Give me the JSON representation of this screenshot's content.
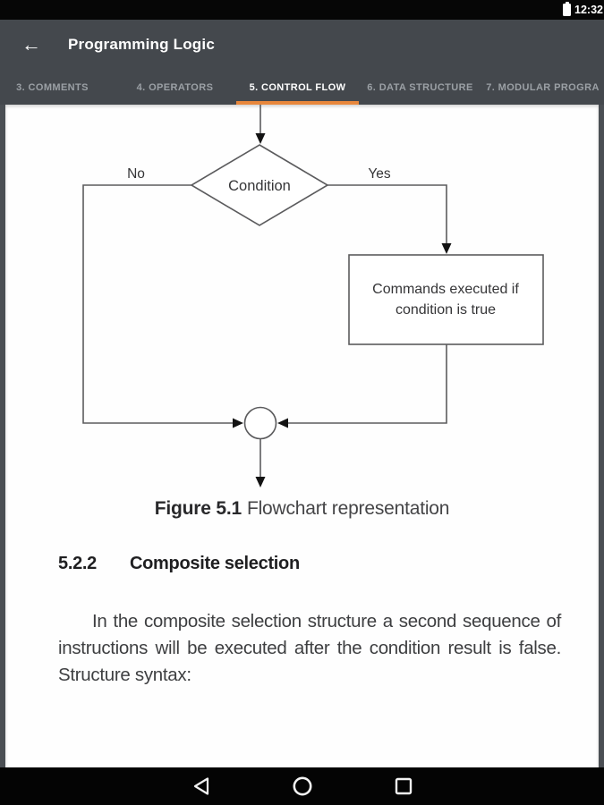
{
  "status_bar": {
    "time": "12:32",
    "battery_icon": "battery-full"
  },
  "app_bar": {
    "back_glyph": "←",
    "title": "Programming Logic"
  },
  "tab_bar": {
    "accent_color": "#E8873C",
    "tabs": [
      {
        "label": "3. COMMENTS",
        "active": false
      },
      {
        "label": "4. OPERATORS",
        "active": false
      },
      {
        "label": "5. CONTROL FLOW",
        "active": true
      },
      {
        "label": "6. DATA STRUCTURE",
        "active": false
      },
      {
        "label": "7. MODULAR PROGRA",
        "active": false
      }
    ]
  },
  "document": {
    "flowchart": {
      "condition_label": "Condition",
      "branch_no": "No",
      "branch_yes": "Yes",
      "true_box": [
        "Commands executed if",
        "condition is true"
      ]
    },
    "figure_caption": {
      "label": "Figure 5.1",
      "text": "Flowchart representation"
    },
    "section_heading": {
      "number": "5.2.2",
      "title": "Composite selection"
    },
    "body_paragraph": "In the composite selection structure a second sequence of instructions will be executed after the condition result is false. Structure syntax:"
  },
  "nav_bar": {
    "back_icon": "back-triangle",
    "home_icon": "home-circle",
    "recents_icon": "recents-square"
  }
}
